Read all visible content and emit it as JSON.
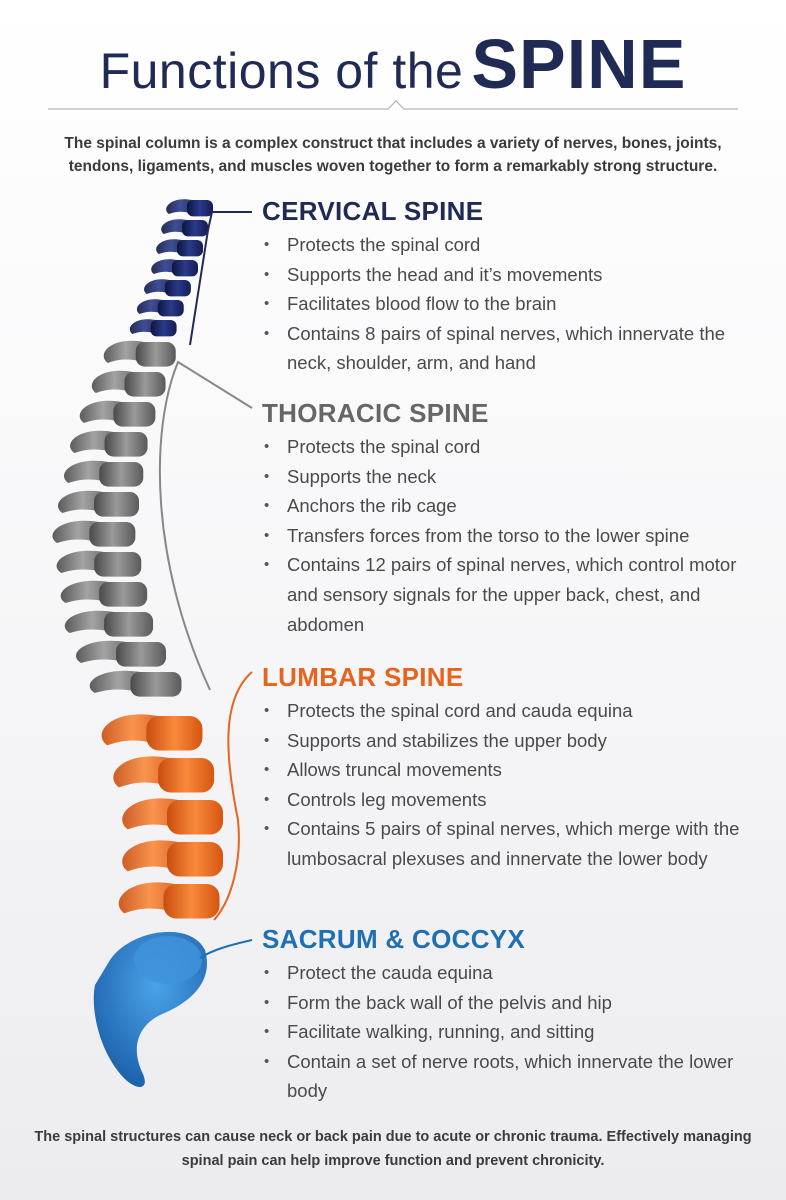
{
  "title": {
    "prefix": "Functions of the",
    "emphasis": "SPINE"
  },
  "intro": "The spinal column is a complex construct that includes a variety of nerves, bones, joints, tendons, ligaments, and muscles woven together to form a remarkably strong structure.",
  "colors": {
    "navy": "#1f2a55",
    "cervical": "#1c2a6b",
    "thoracic": "#777777",
    "lumbar": "#e8631c",
    "sacrum": "#1f6fb5"
  },
  "sections": [
    {
      "title": "CERVICAL SPINE",
      "color": "#1f2a55",
      "items": [
        "Protects the spinal cord",
        "Supports the head and it’s movements",
        "Facilitates blood flow to the brain",
        "Contains 8 pairs of spinal nerves, which innervate the neck, shoulder, arm, and hand"
      ]
    },
    {
      "title": "THORACIC SPINE",
      "color": "#666666",
      "items": [
        "Protects the spinal cord",
        "Supports the neck",
        "Anchors the rib cage",
        "Transfers forces from the torso to the lower spine",
        "Contains 12 pairs of spinal nerves, which control motor and sensory signals for the upper back, chest, and abdomen"
      ]
    },
    {
      "title": "LUMBAR SPINE",
      "color": "#e8631c",
      "items": [
        "Protects the spinal cord and cauda equina",
        "Supports and stabilizes the upper body",
        "Allows truncal movements",
        "Controls leg movements",
        "Contains 5 pairs of spinal nerves, which merge with the lumbosacral plexuses and innervate the lower body"
      ]
    },
    {
      "title": "SACRUM & COCCYX",
      "color": "#1f6fb5",
      "items": [
        "Protect the cauda equina",
        "Form the back wall of the pelvis and hip",
        "Facilitate walking, running, and sitting",
        "Contain a set of nerve roots, which innervate the lower body"
      ]
    }
  ],
  "footer": "The spinal structures can cause neck or back pain due to acute or chronic trauma. Effectively managing spinal pain can help improve function and prevent chronicity."
}
